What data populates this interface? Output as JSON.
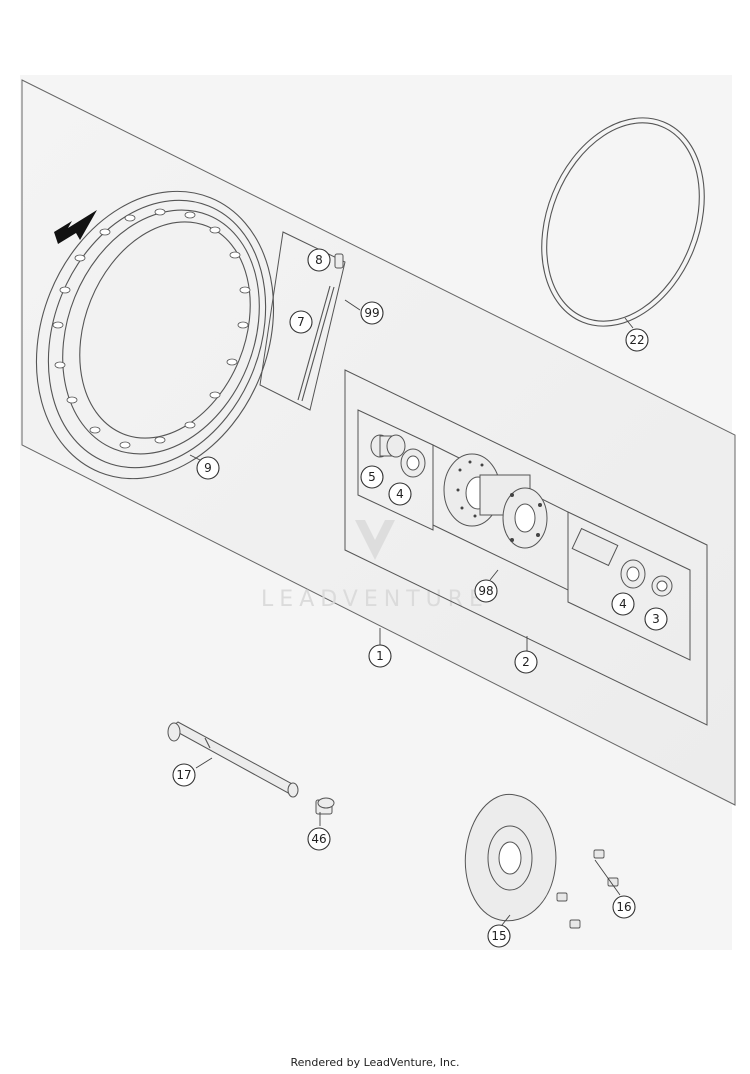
{
  "watermark_text": "LEADVENTURE",
  "footer_text": "Rendered by LeadVenture, Inc.",
  "callouts": {
    "c1": "1",
    "c2": "2",
    "c3": "3",
    "c4a": "4",
    "c4b": "4",
    "c5": "5",
    "c7": "7",
    "c8": "8",
    "c9": "9",
    "c15": "15",
    "c16": "16",
    "c17": "17",
    "c22": "22",
    "c46": "46",
    "c98": "98",
    "c99": "99"
  }
}
